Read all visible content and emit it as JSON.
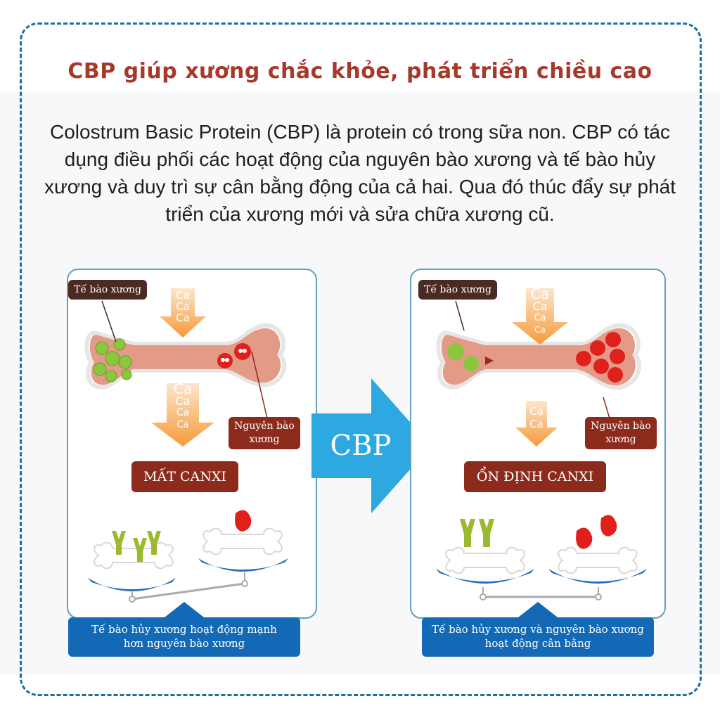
{
  "title": "CBP giúp xương chắc khỏe, phát triển chiều cao",
  "intro": "Colostrum Basic Protein (CBP) là protein có trong sữa non. CBP có tác dụng điều phối các hoạt động của nguyên bào xương và tế bào hủy xương và duy trì sự cân bằng động của cả hai. Qua đó thúc đẩy sự phát triển của xương mới và sửa chữa xương cũ.",
  "colors": {
    "title": "#a63a2a",
    "frame_dash": "#1a6fa3",
    "panel_border": "#5f9fbf",
    "label_dark": "#4a2a22",
    "label_red": "#8c2b1c",
    "caption_blue": "#1369b5",
    "cbp_arrow": "#2ea8e0",
    "ca_arrow": "#f59a3a",
    "bone": "#e39a86"
  },
  "center_arrow": {
    "label": "CBP",
    "icon": "right-arrow-icon"
  },
  "panels": [
    {
      "id": "left",
      "cell_label": "Tế bào xương",
      "osteoblast_label": "Nguyên bào xương",
      "ca_in": [
        "Ca",
        "Ca",
        "Ca"
      ],
      "ca_out": [
        "Ca",
        "Ca",
        "Ca",
        "Ca"
      ],
      "status": "MẤT CANXI",
      "caption": "Tế bào hủy xương hoạt động mạnh hơn nguyên bào xương",
      "scale": "tilted"
    },
    {
      "id": "right",
      "cell_label": "Tế bào xương",
      "osteoblast_label": "Nguyên bào xương",
      "ca_in": [
        "Ca",
        "Ca",
        "Ca",
        "Ca"
      ],
      "ca_out": [
        "Ca",
        "Ca"
      ],
      "status": "ỔN ĐỊNH CANXI",
      "caption": "Tế bào hủy xương và nguyên bào xương hoạt động cân bằng",
      "scale": "balanced"
    }
  ]
}
